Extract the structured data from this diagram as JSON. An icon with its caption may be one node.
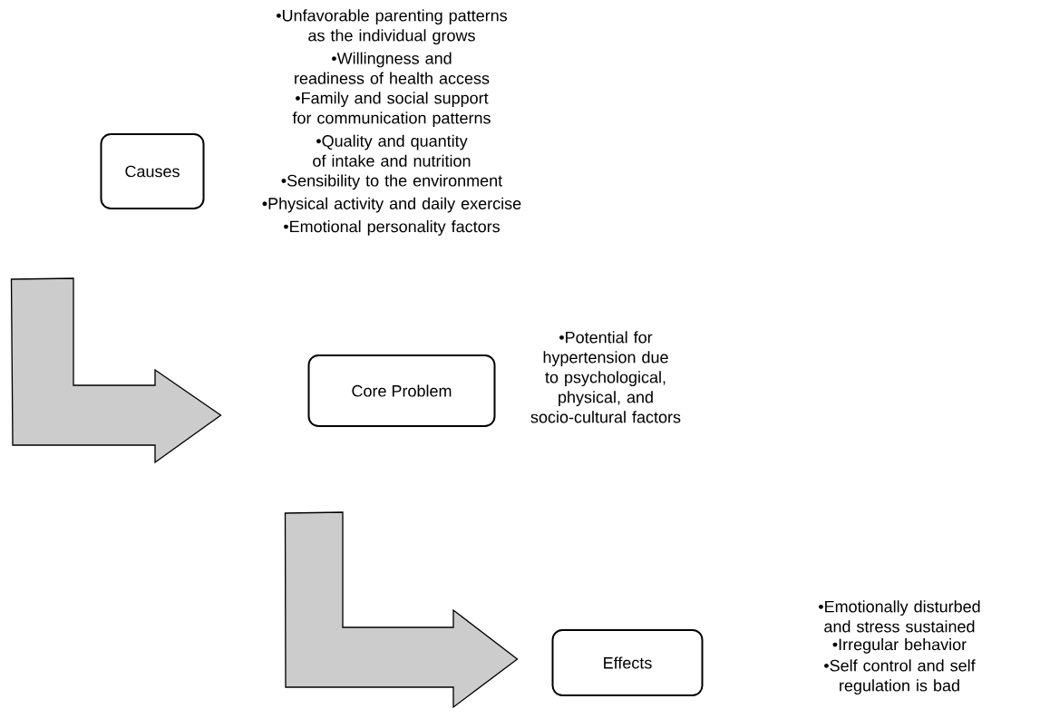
{
  "diagram": {
    "nodes": [
      {
        "text": [
          "Causes"
        ],
        "beside": [
          "•Unfavorable parenting patterns as the individual grows",
          "•Willingness and readiness of health access",
          "•Family and social support for communication patterns",
          "•Quality and quantity of intake and nutrition",
          "•Sensibility to the environment",
          "•Physical activity and daily exercise",
          "•Emotional personality factors"
        ]
      },
      {
        "text": [
          "Core Problem"
        ],
        "beside": [
          "•Potential for hypertension due to psychological, physical, and socio-cultural factors"
        ]
      },
      {
        "text": [
          "Effects"
        ],
        "beside": [
          "•Emotionally disturbed and stress sustained",
          "•Irregular behavior",
          "•Self control and self regulation is bad"
        ]
      }
    ],
    "edges": [
      {
        "from": 0,
        "to": 1,
        "arrow": "to"
      },
      {
        "from": 1,
        "to": 2,
        "arrow": "to"
      }
    ]
  }
}
